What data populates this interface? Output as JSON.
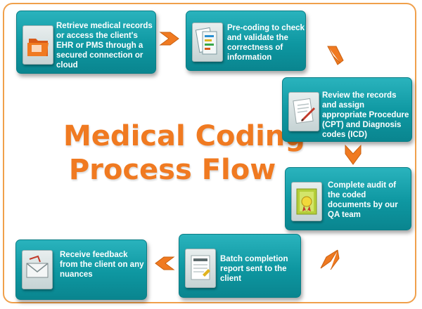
{
  "title": {
    "line1": "Medical Coding",
    "line2": "Process Flow"
  },
  "steps": [
    {
      "text": "Retrieve medical records or access the client's EHR or PMS through a secured connection or cloud",
      "icon": "folder-icon"
    },
    {
      "text": "Pre-coding to check and validate the correctness of information",
      "icon": "documents-icon"
    },
    {
      "text": "Review the records and assign appropriate Procedure (CPT) and Diagnosis codes (ICD)",
      "icon": "pen-writing-icon"
    },
    {
      "text": "Complete audit of the coded documents by our QA team",
      "icon": "certificate-icon"
    },
    {
      "text": "Batch completion report sent to the client",
      "icon": "report-icon"
    },
    {
      "text": "Receive feedback from the client on any nuances",
      "icon": "envelope-icon"
    }
  ],
  "colors": {
    "box": "#0e97a1",
    "arrow": "#f07a21",
    "title": "#f07a21",
    "border": "#f0a04b"
  }
}
